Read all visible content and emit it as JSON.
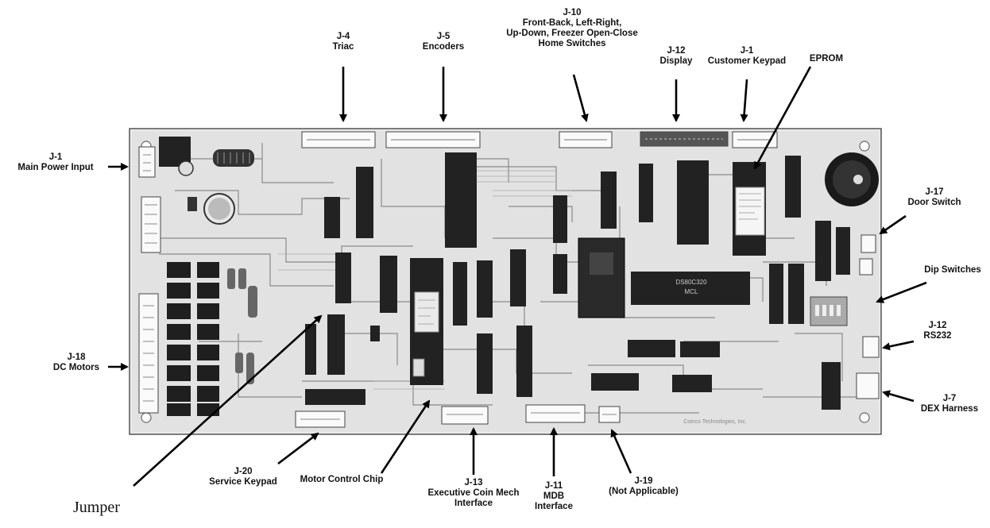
{
  "labels": {
    "j4": {
      "code": "J-4",
      "desc": "Triac"
    },
    "j5": {
      "code": "J-5",
      "desc": "Encoders"
    },
    "j10": {
      "code": "J-10",
      "desc1": "Front-Back, Left-Right,",
      "desc2": "Up-Down, Freezer Open-Close",
      "desc3": "Home Switches"
    },
    "j12_display": {
      "code": "J-12",
      "desc": "Display"
    },
    "j1_keypad": {
      "code": "J-1",
      "desc": "Customer Keypad"
    },
    "eprom": {
      "desc": "EPROM"
    },
    "j1_power": {
      "code": "J-1",
      "desc": "Main Power Input"
    },
    "j17": {
      "code": "J-17",
      "desc": "Door Switch"
    },
    "dip": {
      "desc": "Dip Switches"
    },
    "j12_rs232": {
      "code": "J-12",
      "desc": "RS232"
    },
    "j18": {
      "code": "J-18",
      "desc": "DC Motors"
    },
    "j7": {
      "code": "J-7",
      "desc": "DEX Harness"
    },
    "jumper": {
      "desc": "Jumper"
    },
    "j20": {
      "code": "J-20",
      "desc": "Service Keypad"
    },
    "motor_chip": {
      "desc": "Motor Control Chip"
    },
    "j13": {
      "code": "J-13",
      "desc1": "Executive Coin Mech",
      "desc2": "Interface"
    },
    "j11": {
      "code": "J-11",
      "desc1": "MDB",
      "desc2": "Interface"
    },
    "j19": {
      "code": "J-19",
      "desc": "(Not Applicable)"
    }
  },
  "board": {
    "chip_text_1": "DS80C320",
    "chip_text_2": "MCL",
    "pcb_text": "Coinco Technologies, Inc."
  }
}
